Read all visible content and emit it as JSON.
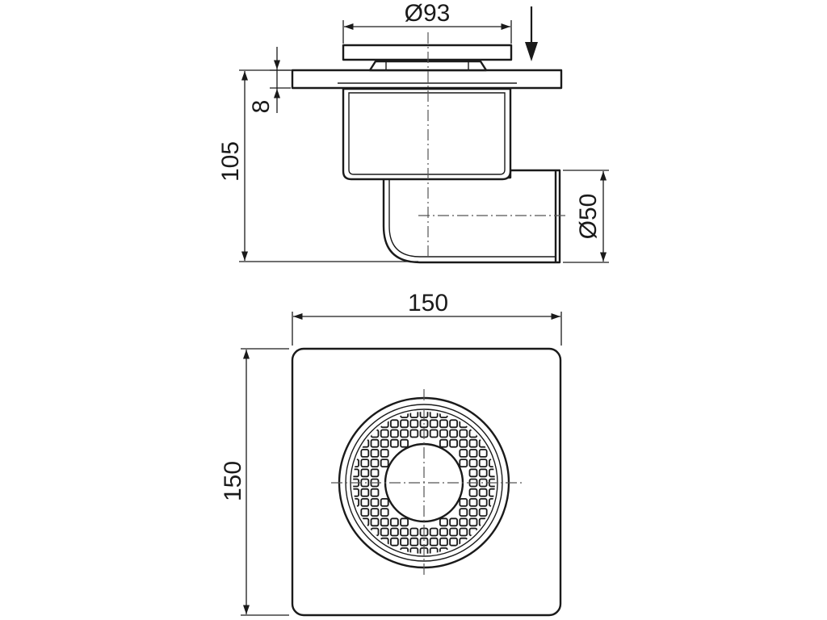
{
  "colors": {
    "line": "#1a1a1a",
    "centerline": "#555555",
    "background": "#ffffff"
  },
  "side_view": {
    "dim_grate_diameter": "Ø93",
    "dim_flange_thickness": "8",
    "dim_total_height": "105",
    "dim_outlet_diameter": "Ø50"
  },
  "top_view": {
    "dim_width": "150",
    "dim_height": "150"
  }
}
